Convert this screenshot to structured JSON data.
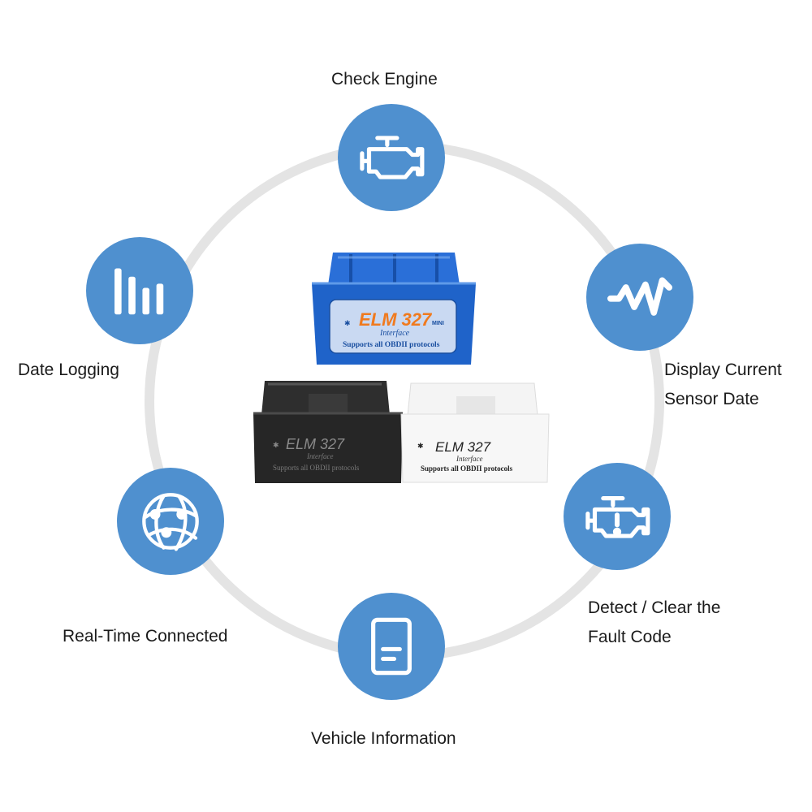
{
  "features": {
    "check_engine": {
      "label": "Check Engine",
      "icon": "engine-icon"
    },
    "display_sensor": {
      "line1": "Display Current",
      "line2": "Sensor Date",
      "icon": "waveform-icon"
    },
    "fault_code": {
      "line1": "Detect / Clear the",
      "line2": "Fault Code",
      "icon": "engine-warning-icon"
    },
    "vehicle_info": {
      "label": "Vehicle Information",
      "icon": "document-icon"
    },
    "realtime": {
      "label": "Real-Time Connected",
      "icon": "globe-network-icon"
    },
    "data_logging": {
      "label": "Date Logging",
      "icon": "bar-graph-icon"
    }
  },
  "devices": {
    "blue": {
      "model": "ELM 327",
      "badge": "MINI",
      "sub": "Interface",
      "protocols": "Supports all OBDII protocols",
      "color": "#1f63c9"
    },
    "black": {
      "model": "ELM 327",
      "sub": "Interface",
      "protocols": "Supports all OBDII protocols",
      "color": "#2a2a2a"
    },
    "white": {
      "model": "ELM 327",
      "sub": "Interface",
      "protocols": "Supports all OBDII protocols",
      "color": "#f2f2f2"
    }
  },
  "colors": {
    "circle": "#4f90cf",
    "ring": "#e4e4e4"
  }
}
